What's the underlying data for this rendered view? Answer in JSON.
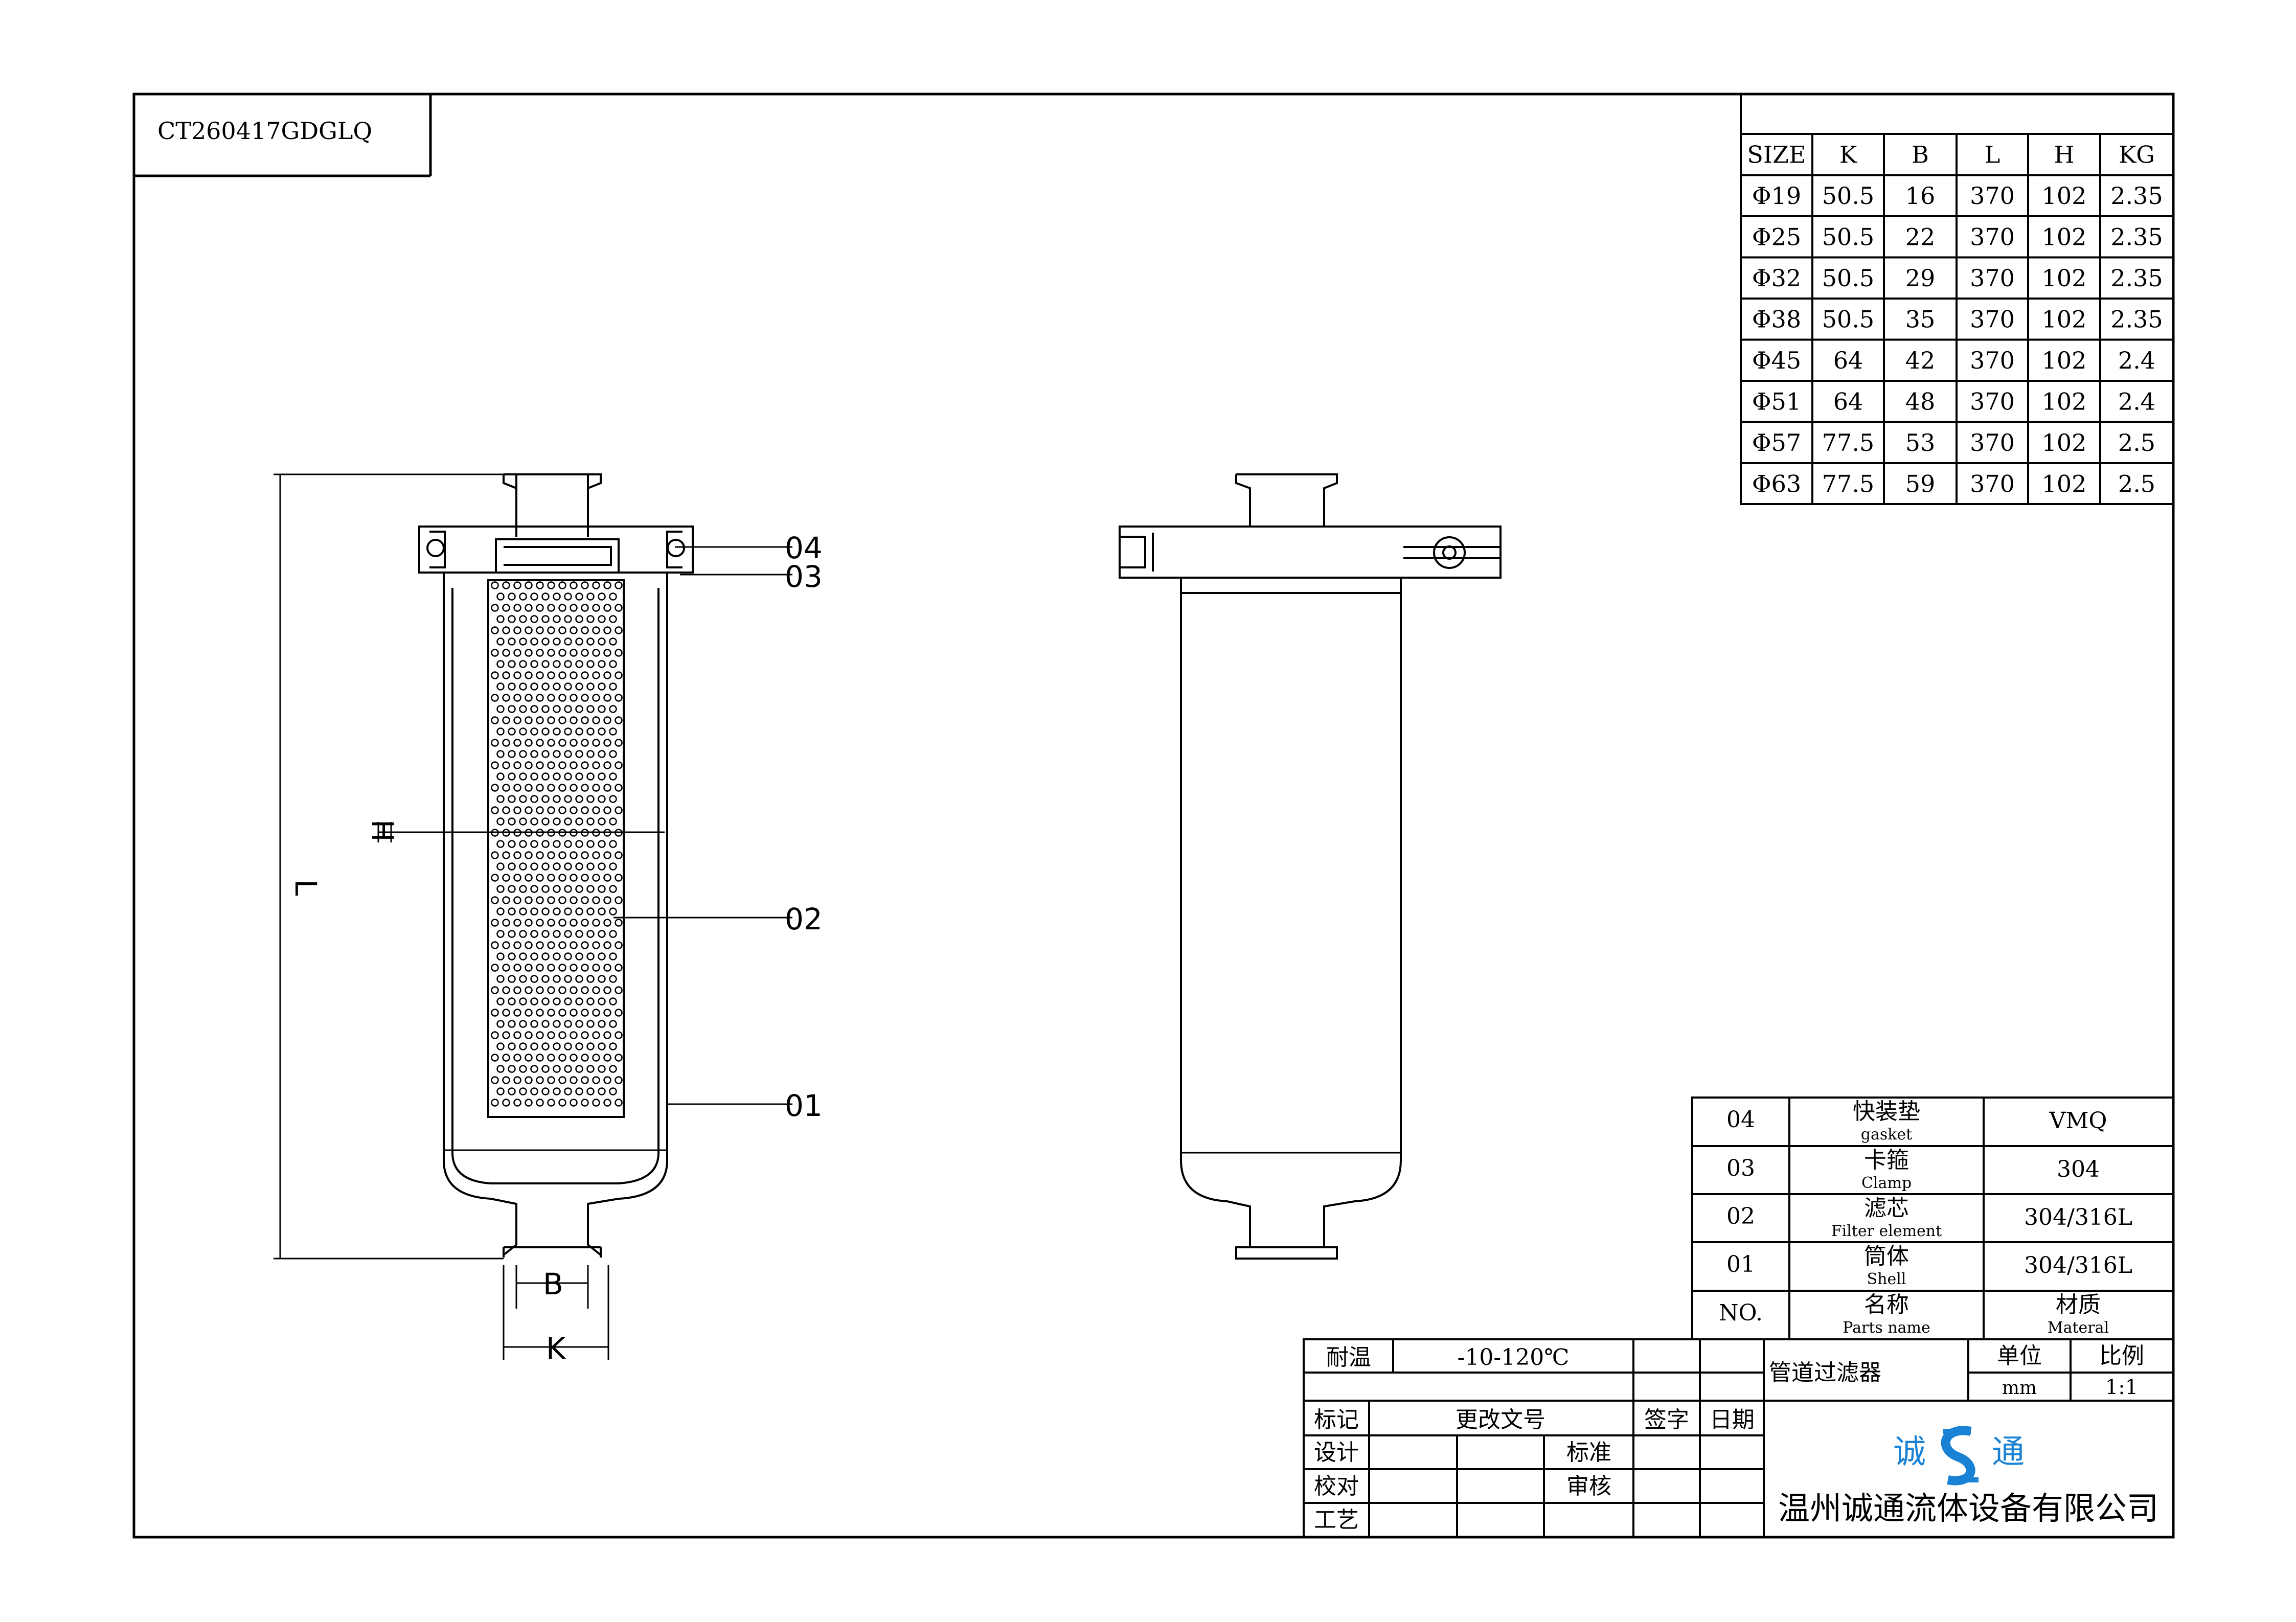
{
  "drawing_number": "CT260417GDGLQ",
  "size_table": {
    "headers": [
      "SIZE",
      "K",
      "B",
      "L",
      "H",
      "KG"
    ],
    "rows": [
      [
        "Φ19",
        "50.5",
        "16",
        "370",
        "102",
        "2.35"
      ],
      [
        "Φ25",
        "50.5",
        "22",
        "370",
        "102",
        "2.35"
      ],
      [
        "Φ32",
        "50.5",
        "29",
        "370",
        "102",
        "2.35"
      ],
      [
        "Φ38",
        "50.5",
        "35",
        "370",
        "102",
        "2.35"
      ],
      [
        "Φ45",
        "64",
        "42",
        "370",
        "102",
        "2.4"
      ],
      [
        "Φ51",
        "64",
        "48",
        "370",
        "102",
        "2.4"
      ],
      [
        "Φ57",
        "77.5",
        "53",
        "370",
        "102",
        "2.5"
      ],
      [
        "Φ63",
        "77.5",
        "59",
        "370",
        "102",
        "2.5"
      ]
    ]
  },
  "callouts": {
    "p04": "04",
    "p03": "03",
    "p02": "02",
    "p01": "01"
  },
  "dimensions": {
    "L": "L",
    "H": "H",
    "B": "B",
    "K": "K"
  },
  "parts_list": {
    "rows": [
      {
        "no": "04",
        "name_cn": "快装垫",
        "name_en": "gasket",
        "material": "VMQ"
      },
      {
        "no": "03",
        "name_cn": "卡箍",
        "name_en": "Clamp",
        "material": "304"
      },
      {
        "no": "02",
        "name_cn": "滤芯",
        "name_en": "Filter element",
        "material": "304/316L"
      },
      {
        "no": "01",
        "name_cn": "筒体",
        "name_en": "Shell",
        "material": "304/316L"
      }
    ],
    "header": {
      "no": "NO.",
      "name_cn": "名称",
      "name_en": "Parts name",
      "material_cn": "材质",
      "material_en": "Materal"
    }
  },
  "title_block": {
    "temp_label": "耐温",
    "temp_value": "-10-120℃",
    "product_name": "管道过滤器",
    "unit_label": "单位",
    "unit_value": "mm",
    "scale_label": "比例",
    "scale_value": "1:1",
    "mark": "标记",
    "change_doc": "更改文号",
    "signature": "签字",
    "date": "日期",
    "design": "设计",
    "standard": "标准",
    "check": "校对",
    "review": "审核",
    "process": "工艺",
    "logo_left": "诚",
    "logo_right": "通",
    "company": "温州诚通流体设备有限公司"
  },
  "colors": {
    "line": "#000000",
    "logo": "#1a82d4",
    "paper": "#ffffff"
  }
}
